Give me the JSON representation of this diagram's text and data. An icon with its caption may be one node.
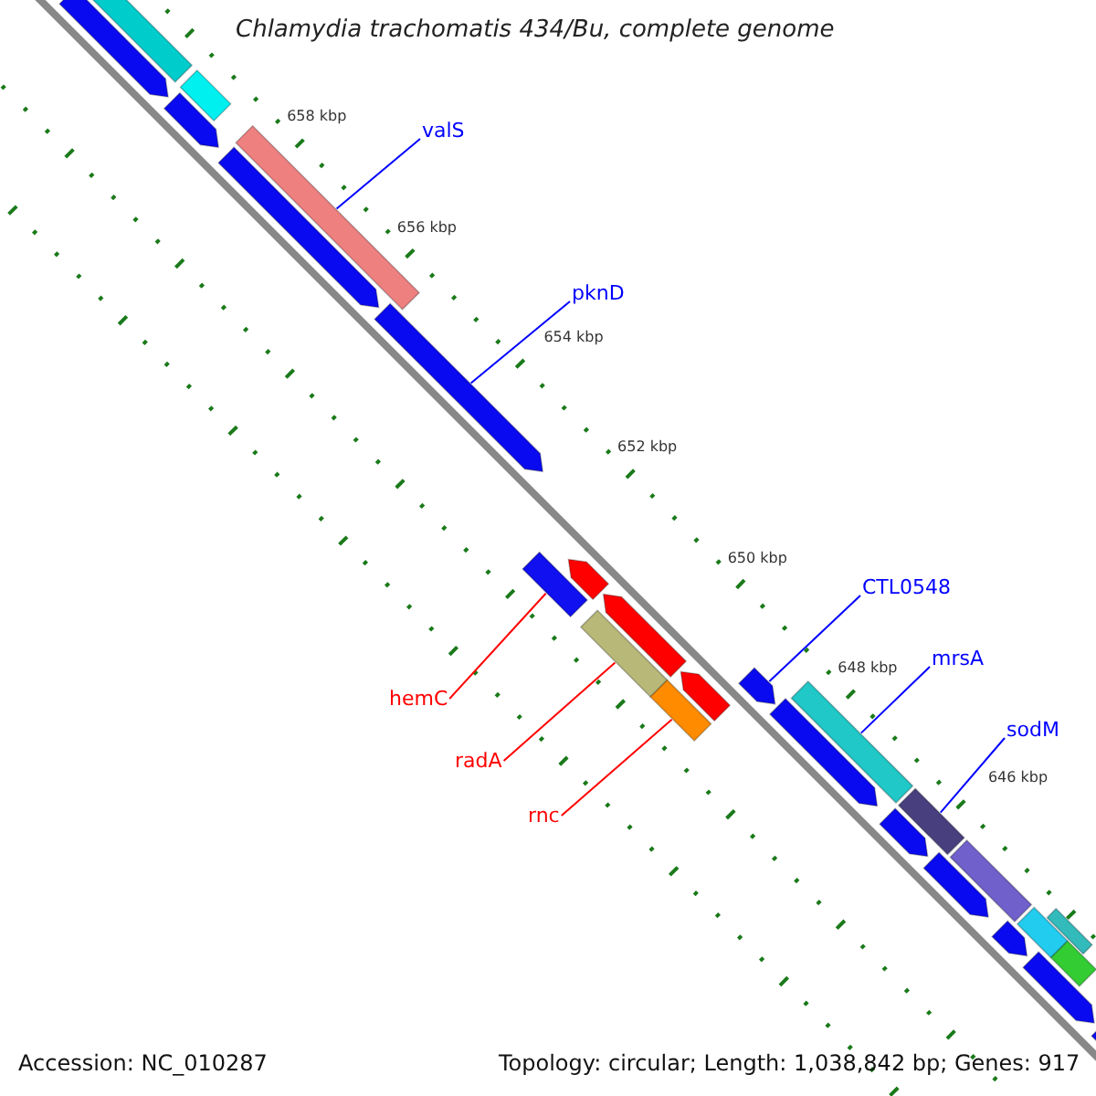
{
  "diagram": {
    "title": "Chlamydia trachomatis 434/Bu, complete genome",
    "nodes": [
      {
        "text": [
          "valS"
        ]
      },
      {
        "text": [
          "pknD"
        ]
      },
      {
        "text": [
          "CTL0548"
        ]
      },
      {
        "text": [
          "hemC"
        ]
      },
      {
        "text": [
          "mrsA"
        ]
      },
      {
        "text": [
          "sodM"
        ]
      },
      {
        "text": [
          "radA"
        ]
      },
      {
        "text": [
          "rnc"
        ]
      },
      {
        "text": [],
        "shape": "bar"
      },
      {
        "text": [],
        "shape": "bar"
      },
      {
        "text": [],
        "shape": "bar"
      },
      {
        "text": [],
        "shape": "bar"
      },
      {
        "text": [],
        "shape": "bar"
      },
      {
        "text": [],
        "shape": "bar"
      },
      {
        "text": [],
        "shape": "bar"
      },
      {
        "text": [],
        "shape": "bar"
      },
      {
        "text": [],
        "shape": "bar"
      },
      {
        "text": [],
        "shape": "bar"
      },
      {
        "text": [],
        "shape": "bar"
      },
      {
        "text": [],
        "shape": "bar"
      },
      {
        "text": [],
        "shape": "bar"
      },
      {
        "text": [],
        "shape": "bar"
      },
      {
        "text": [],
        "shape": "bar"
      },
      {
        "text": [],
        "shape": "bar"
      },
      {
        "text": [],
        "shape": "bar"
      },
      {
        "text": [],
        "shape": "bar"
      },
      {
        "text": [],
        "shape": "bar"
      },
      {
        "text": [],
        "shape": "bar"
      },
      {
        "text": [],
        "shape": "bar"
      },
      {
        "text": [],
        "shape": "bar"
      },
      {
        "text": [],
        "shape": "bar"
      },
      {
        "text": [],
        "shape": "bar"
      },
      {
        "text": [],
        "shape": "bar"
      },
      {
        "text": [],
        "shape": "bar"
      }
    ],
    "edges": [
      {
        "from": 0,
        "to": 12,
        "arrow": "none",
        "color": "#0000ff"
      },
      {
        "from": 1,
        "to": 14,
        "arrow": "none",
        "color": "#0000ff"
      },
      {
        "from": 2,
        "to": 21,
        "arrow": "none",
        "color": "#0000ff"
      },
      {
        "from": 3,
        "to": 15,
        "arrow": "none",
        "color": "#ff0000"
      },
      {
        "from": 4,
        "to": 23,
        "arrow": "none",
        "color": "#0000ff"
      },
      {
        "from": 5,
        "to": 25,
        "arrow": "none",
        "color": "#0000ff"
      },
      {
        "from": 6,
        "to": 18,
        "arrow": "none",
        "color": "#ff0000"
      },
      {
        "from": 7,
        "to": 19,
        "arrow": "none",
        "color": "#ff0000"
      }
    ],
    "labels": [
      "658 kbp",
      "656 kbp",
      "654 kbp",
      "652 kbp",
      "650 kbp",
      "648 kbp",
      "646 kbp",
      "Accession: NC_010287",
      "Topology: circular; Length: 1,038,842 bp; Genes: 917"
    ]
  }
}
